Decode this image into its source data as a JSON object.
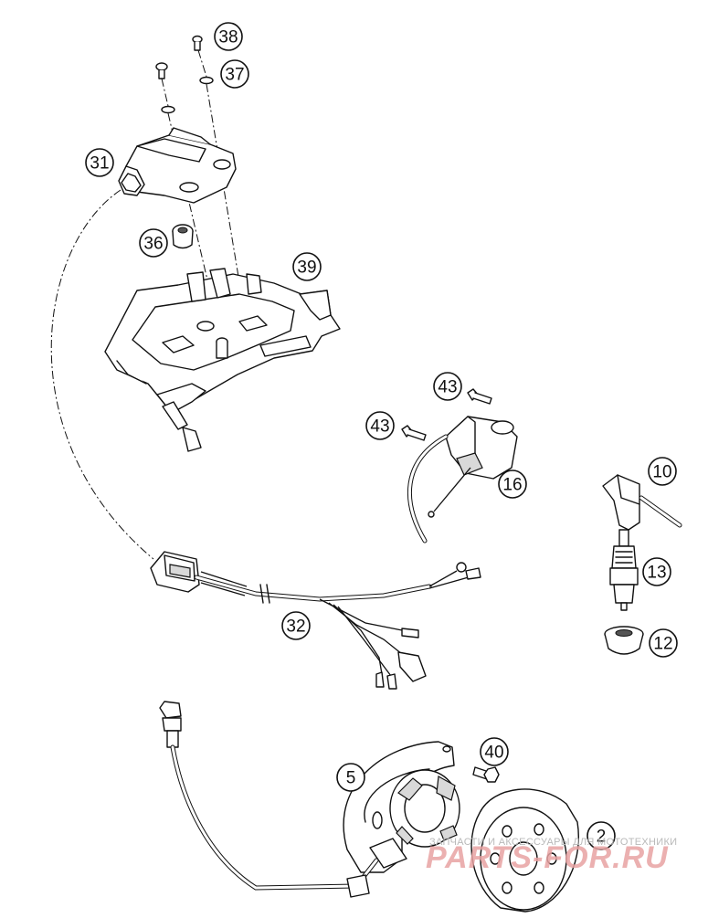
{
  "callouts": [
    {
      "id": "c38",
      "label": "38"
    },
    {
      "id": "c37",
      "label": "37"
    },
    {
      "id": "c31",
      "label": "31"
    },
    {
      "id": "c36",
      "label": "36"
    },
    {
      "id": "c39",
      "label": "39"
    },
    {
      "id": "c43a",
      "label": "43"
    },
    {
      "id": "c43b",
      "label": "43"
    },
    {
      "id": "c16",
      "label": "16"
    },
    {
      "id": "c10",
      "label": "10"
    },
    {
      "id": "c13",
      "label": "13"
    },
    {
      "id": "c12",
      "label": "12"
    },
    {
      "id": "c32",
      "label": "32"
    },
    {
      "id": "c40",
      "label": "40"
    },
    {
      "id": "c5",
      "label": "5"
    },
    {
      "id": "c2",
      "label": "2"
    }
  ],
  "watermark": {
    "line1": "ЗАПЧАСТИ И АКСЕССУАРЫ ДЛЯ МОТОТЕХНИКИ",
    "line2": "PARTS-FOR.RU"
  }
}
